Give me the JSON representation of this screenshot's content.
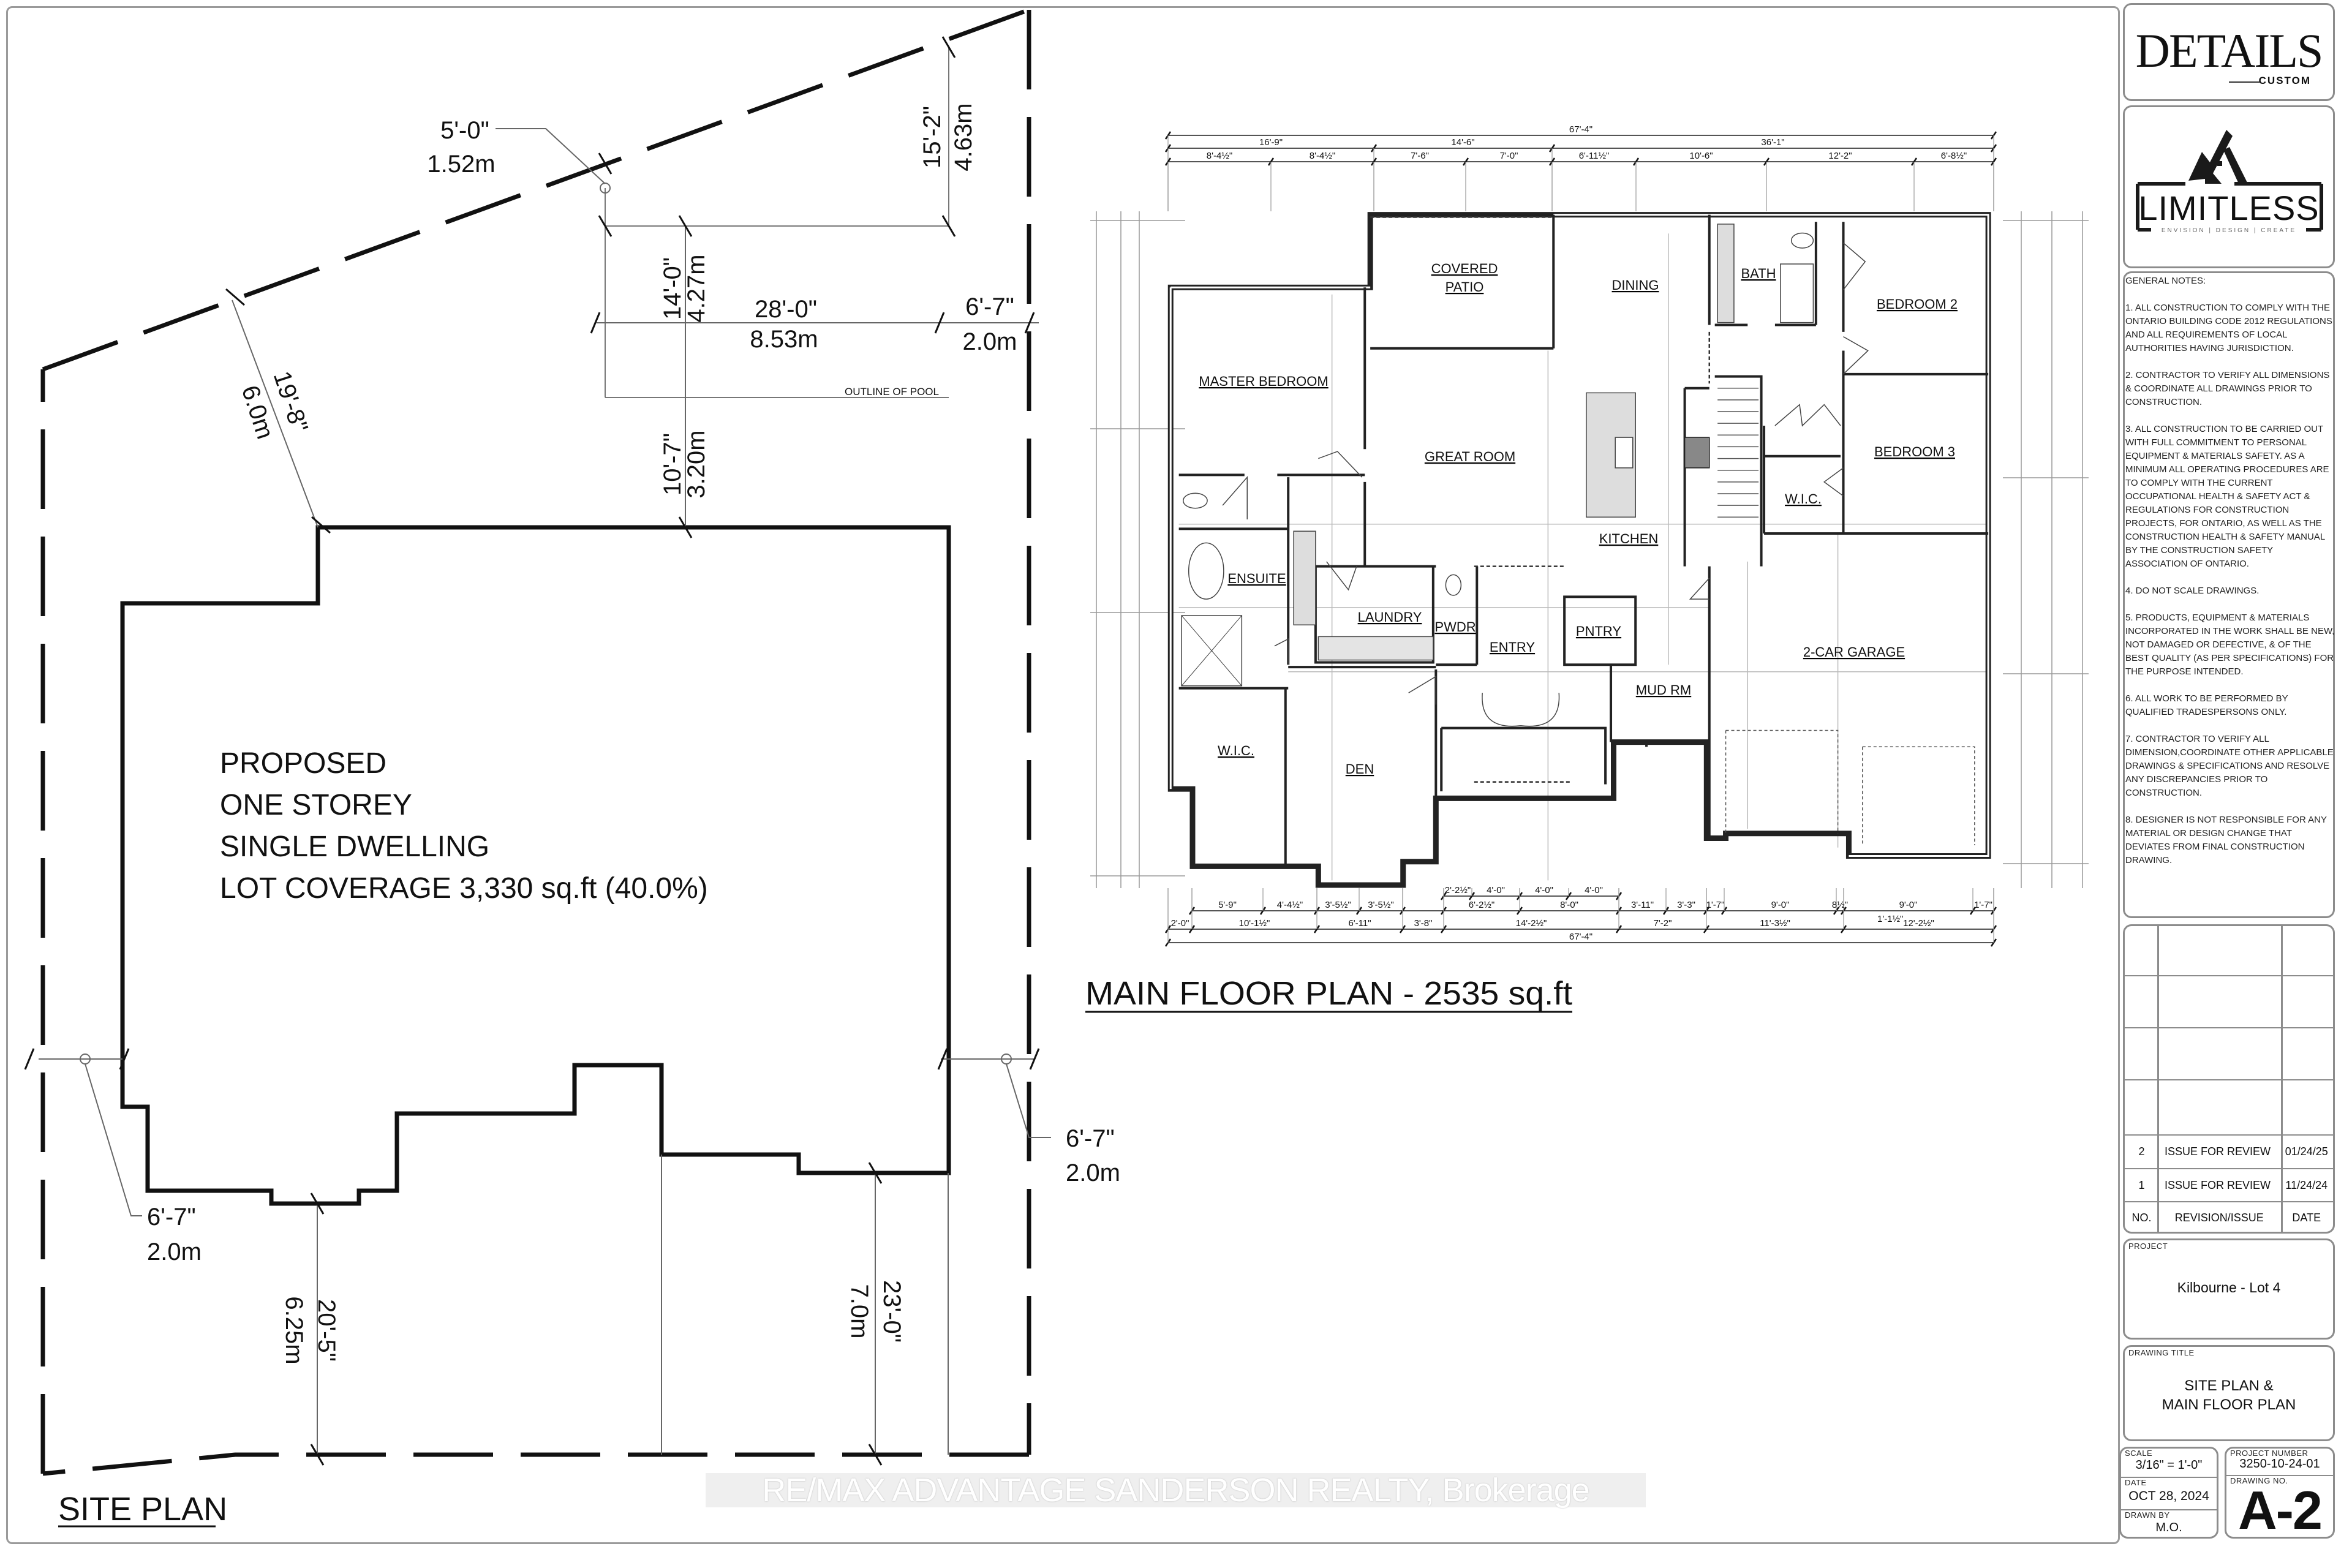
{
  "site_plan": {
    "title": "SITE PLAN",
    "house_label": [
      "PROPOSED",
      "ONE STOREY",
      "SINGLE DWELLING",
      "LOT COVERAGE 3,330 sq.ft (40.0%)"
    ],
    "pool_label": "OUTLINE OF POOL",
    "dims": {
      "pool_setback_ft": "5'-0\"",
      "pool_setback_m": "1.52m",
      "pool_to_lot_ft": "15'-2\"",
      "pool_to_lot_m": "4.63m",
      "pool_width_ft": "14'-0\"",
      "pool_width_m": "4.27m",
      "pool_length_ft": "28'-0\"",
      "pool_length_m": "8.53m",
      "pool_side_ft": "6'-7\"",
      "pool_side_m": "2.0m",
      "pool_to_house_ft": "10'-7\"",
      "pool_to_house_m": "3.20m",
      "rear_ft": "19'-8\"",
      "rear_m": "6.0m",
      "left_side_ft": "6'-7\"",
      "left_side_m": "2.0m",
      "right_side_ft": "6'-7\"",
      "right_side_m": "2.0m",
      "front_left_ft": "20'-5\"",
      "front_left_m": "6.25m",
      "front_right_ft": "23'-0\"",
      "front_right_m": "7.0m"
    }
  },
  "floor_plan": {
    "title": "MAIN FLOOR PLAN - 2535 sq.ft",
    "rooms": [
      "COVERED",
      "PATIO",
      "DINING",
      "BATH",
      "BEDROOM 2",
      "MASTER BEDROOM",
      "GREAT ROOM",
      "BEDROOM 3",
      "W.I.C.",
      "KITCHEN",
      "ENSUITE",
      "LAUNDRY",
      "PWDR",
      "PNTRY",
      "ENTRY",
      "2-CAR GARAGE",
      "MUD RM",
      "W.I.C.",
      "DEN"
    ],
    "dims_top": [
      [
        "67'-4\""
      ],
      [
        "16'-9\"",
        "14'-6\"",
        "36'-1\""
      ],
      [
        "8'-4½\"",
        "8'-4½\"",
        "7'-6\"",
        "7'-0\"",
        "6'-11½\"",
        "10'-6\"",
        "12'-2\"",
        "6'-8½\""
      ]
    ],
    "dims_bottom": [
      [
        "2'-2½\"",
        "4'-0\"",
        "4'-0\"",
        "4'-0\""
      ],
      [
        "5'-9\"",
        "4'-4½\"",
        "3'-5½\"",
        "3'-5½\"",
        "6'-2½\"",
        "8'-0\"",
        "3'-11\"",
        "3'-3\"",
        "1'-7\"",
        "9'-0\"",
        "8½\"",
        "9'-0\"",
        "1'-7\""
      ],
      [
        "2'-0\"",
        "10'-1½\"",
        "6'-11\"",
        "3'-8\"",
        "14'-2½\"",
        "7'-2\"",
        "11'-3½\"",
        "12'-2½\""
      ],
      [
        "67'-4\""
      ]
    ],
    "dim_leader": "1'-1½\""
  },
  "title_block": {
    "logo1": {
      "name": "DETAILS",
      "sub": "CUSTOM"
    },
    "logo2": {
      "name": "LIMITLESS",
      "tagline": "ENVISION | DESIGN | CREATE"
    },
    "general_notes_title": "GENERAL NOTES:",
    "general_notes": [
      "1. ALL CONSTRUCTION TO COMPLY WITH THE ONTARIO BUILDING CODE 2012 REGULATIONS AND ALL REQUIREMENTS OF LOCAL AUTHORITIES HAVING JURISDICTION.",
      "2. CONTRACTOR TO VERIFY ALL DIMENSIONS & COORDINATE ALL DRAWINGS PRIOR TO CONSTRUCTION.",
      "3. ALL CONSTRUCTION TO BE CARRIED OUT WITH FULL COMMITMENT TO PERSONAL EQUIPMENT & MATERIALS SAFETY. AS A MINIMUM ALL OPERATING PROCEDURES ARE TO COMPLY WITH THE CURRENT OCCUPATIONAL HEALTH & SAFETY ACT & REGULATIONS FOR CONSTRUCTION PROJECTS, FOR ONTARIO, AS WELL AS THE CONSTRUCTION HEALTH & SAFETY MANUAL BY THE CONSTRUCTION SAFETY ASSOCIATION OF ONTARIO.",
      "4. DO NOT SCALE DRAWINGS.",
      "5. PRODUCTS, EQUIPMENT & MATERIALS INCORPORATED IN THE WORK SHALL BE NEW, NOT DAMAGED OR DEFECTIVE, & OF THE BEST QUALITY (AS PER SPECIFICATIONS) FOR THE PURPOSE INTENDED.",
      "6. ALL WORK TO BE PERFORMED BY QUALIFIED TRADESPERSONS ONLY.",
      "7. CONTRACTOR TO VERIFY ALL DIMENSION,COORDINATE OTHER APPLICABLE DRAWINGS & SPECIFICATIONS AND RESOLVE ANY DISCREPANCIES PRIOR TO CONSTRUCTION.",
      "8. DESIGNER IS NOT RESPONSIBLE FOR ANY MATERIAL OR DESIGN CHANGE THAT DEVIATES FROM FINAL CONSTRUCTION DRAWING."
    ],
    "revisions": {
      "headers": {
        "no": "NO.",
        "revision": "REVISION/ISSUE",
        "date": "DATE"
      },
      "rows": [
        {
          "no": "2",
          "revision": "ISSUE FOR REVIEW",
          "date": "01/24/25"
        },
        {
          "no": "1",
          "revision": "ISSUE FOR REVIEW",
          "date": "11/24/24"
        }
      ]
    },
    "project_label": "PROJECT",
    "project": "Kilbourne - Lot 4",
    "drawing_title_label": "DRAWING TITLE",
    "drawing_title": [
      "SITE PLAN &",
      "MAIN FLOOR PLAN"
    ],
    "scale_label": "SCALE",
    "scale": "3/16\" = 1'-0\"",
    "date_label": "DATE",
    "date": "OCT 28, 2024",
    "drawn_by_label": "DRAWN BY",
    "drawn_by": "M.O.",
    "project_number_label": "PROJECT NUMBER",
    "project_number": "3250-10-24-01",
    "drawing_no_label": "DRAWING NO.",
    "drawing_no": "A-2"
  },
  "watermark": "RE/MAX ADVANTAGE SANDERSON REALTY, Brokerage"
}
